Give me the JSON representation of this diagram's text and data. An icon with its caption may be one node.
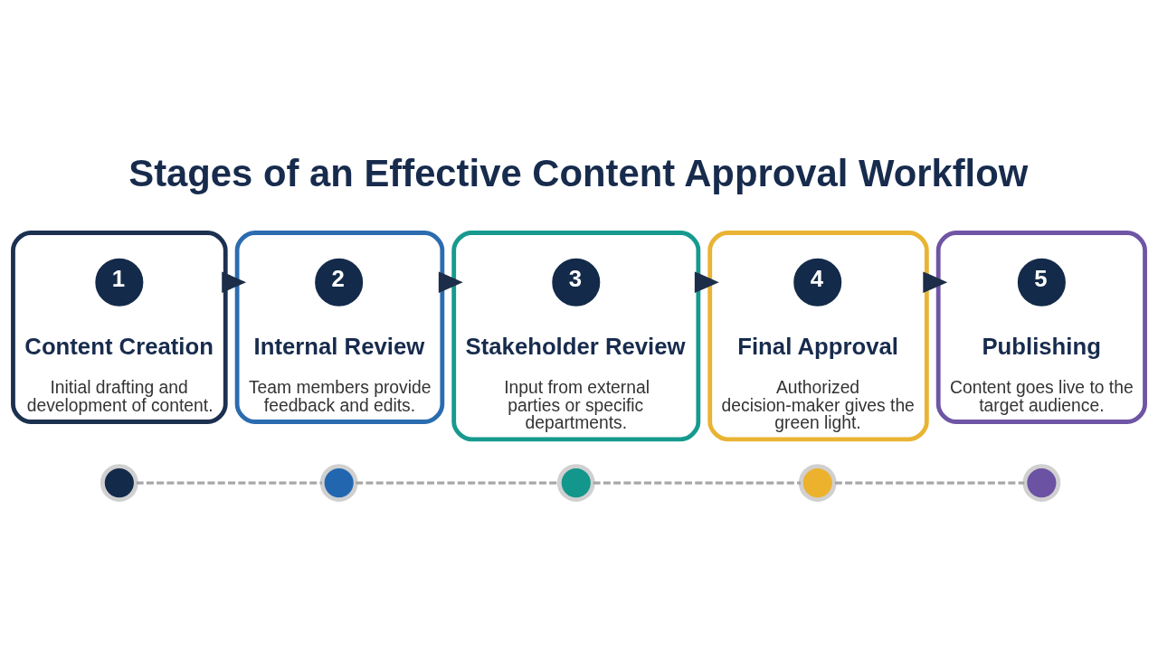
{
  "diagram": {
    "title": "Stages of an Effective Content Approval Workflow",
    "nodes": [
      {
        "text": [
          "Content Creation",
          "Initial drafting and development of content."
        ]
      },
      {
        "text": [
          "1"
        ],
        "in": 0
      },
      {
        "text": [
          "Internal Review",
          "Team members provide feedback and edits."
        ]
      },
      {
        "text": [
          "2"
        ],
        "in": 2
      },
      {
        "text": [
          "Stakeholder Review",
          "Input from external parties or specific departments."
        ]
      },
      {
        "text": [
          "3"
        ],
        "in": 4
      },
      {
        "text": [
          "Final Approval",
          "Authorized decision-maker gives the green light."
        ]
      },
      {
        "text": [
          "4"
        ],
        "in": 6
      },
      {
        "text": [
          "Publishing",
          "Content goes live to the target audience."
        ]
      },
      {
        "text": [
          "5"
        ],
        "in": 8
      },
      {
        "text": [],
        "shape": "circle"
      },
      {
        "text": [],
        "shape": "circle"
      },
      {
        "text": [],
        "shape": "circle"
      },
      {
        "text": [],
        "shape": "circle"
      },
      {
        "text": [],
        "shape": "circle"
      }
    ],
    "edges": [
      {
        "from": 0,
        "to": 2,
        "arrow": "to",
        "style": "thick"
      },
      {
        "from": 2,
        "to": 4,
        "arrow": "to",
        "style": "thick"
      },
      {
        "from": 4,
        "to": 6,
        "arrow": "to",
        "style": "thick"
      },
      {
        "from": 6,
        "to": 8,
        "arrow": "to",
        "style": "thick"
      },
      {
        "from": 10,
        "to": 11,
        "arrow": "none",
        "style": "dashed",
        "color": "#a8a8a8"
      },
      {
        "from": 11,
        "to": 12,
        "arrow": "none",
        "style": "dashed",
        "color": "#a8a8a8"
      },
      {
        "from": 12,
        "to": 13,
        "arrow": "none",
        "style": "dashed",
        "color": "#a8a8a8"
      },
      {
        "from": 13,
        "to": 14,
        "arrow": "none",
        "style": "dashed",
        "color": "#a8a8a8"
      }
    ]
  }
}
